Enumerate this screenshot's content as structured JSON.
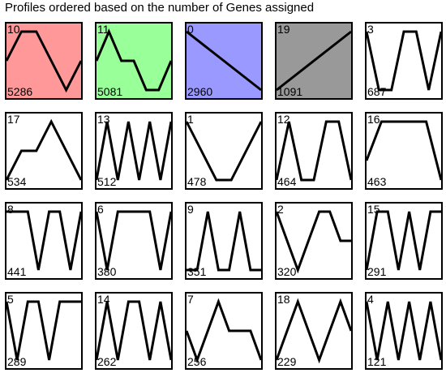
{
  "title": "Profiles ordered based on the number of Genes assigned",
  "colors": {
    "red": "#ff9999",
    "green": "#99ff99",
    "blue": "#9999ff",
    "gray": "#999999",
    "white": "#ffffff",
    "line": "#000000"
  },
  "profiles": [
    {
      "id": "10",
      "genes": "5286",
      "fill": "red",
      "values": [
        0,
        2,
        2,
        0,
        -2,
        0
      ]
    },
    {
      "id": "11",
      "genes": "5081",
      "fill": "green",
      "values": [
        0,
        2,
        0,
        0,
        -2,
        -2,
        0
      ]
    },
    {
      "id": "0",
      "genes": "2960",
      "fill": "blue",
      "values": [
        0,
        -1
      ]
    },
    {
      "id": "19",
      "genes": "1091",
      "fill": "gray",
      "values": [
        0,
        1
      ]
    },
    {
      "id": "3",
      "genes": "687",
      "fill": "white",
      "values": [
        0,
        -2,
        -2,
        0,
        0,
        -2,
        0
      ]
    },
    {
      "id": "17",
      "genes": "534",
      "fill": "white",
      "values": [
        0,
        1,
        1,
        2,
        1,
        0
      ]
    },
    {
      "id": "13",
      "genes": "512",
      "fill": "white",
      "values": [
        0,
        2,
        0,
        2,
        0,
        2,
        0,
        2
      ]
    },
    {
      "id": "1",
      "genes": "478",
      "fill": "white",
      "values": [
        0,
        -1,
        -2,
        -2,
        -1,
        0
      ]
    },
    {
      "id": "12",
      "genes": "464",
      "fill": "white",
      "values": [
        0,
        2,
        0,
        0,
        2,
        2,
        0
      ]
    },
    {
      "id": "16",
      "genes": "463",
      "fill": "white",
      "values": [
        0,
        2,
        2,
        2,
        2,
        -1
      ]
    },
    {
      "id": "8",
      "genes": "441",
      "fill": "white",
      "values": [
        0,
        0,
        0,
        -2,
        0,
        0,
        -2,
        0
      ]
    },
    {
      "id": "6",
      "genes": "380",
      "fill": "white",
      "values": [
        0,
        -2,
        0,
        0,
        0,
        0,
        -2,
        0
      ]
    },
    {
      "id": "9",
      "genes": "351",
      "fill": "white",
      "values": [
        0,
        0,
        2,
        0,
        0,
        2,
        0,
        0
      ]
    },
    {
      "id": "2",
      "genes": "320",
      "fill": "white",
      "values": [
        0,
        -1,
        -2,
        -1,
        0,
        0,
        -1,
        -1
      ]
    },
    {
      "id": "15",
      "genes": "291",
      "fill": "white",
      "values": [
        0,
        2,
        2,
        0,
        2,
        0,
        2,
        2
      ]
    },
    {
      "id": "5",
      "genes": "289",
      "fill": "white",
      "values": [
        0,
        -2,
        0,
        0,
        -2,
        0,
        0,
        0
      ]
    },
    {
      "id": "14",
      "genes": "262",
      "fill": "white",
      "values": [
        0,
        2,
        0,
        2,
        2,
        0,
        2,
        0
      ]
    },
    {
      "id": "7",
      "genes": "256",
      "fill": "white",
      "values": [
        0,
        -2,
        0,
        2,
        0,
        0,
        0,
        -2
      ]
    },
    {
      "id": "18",
      "genes": "229",
      "fill": "white",
      "values": [
        0,
        1,
        2,
        1,
        0,
        1,
        2,
        1
      ]
    },
    {
      "id": "4",
      "genes": "121",
      "fill": "white",
      "values": [
        0,
        -2,
        0,
        -2,
        0,
        -2,
        0,
        -2
      ]
    }
  ]
}
